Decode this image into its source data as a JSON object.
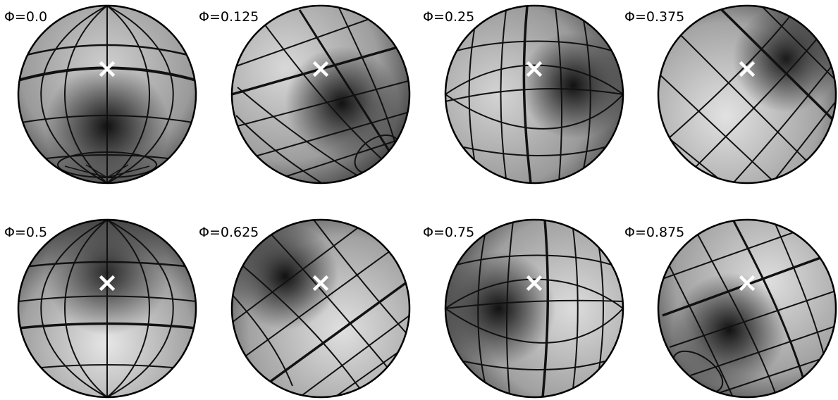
{
  "figure": {
    "panels": [
      {
        "label": "Φ=0.0",
        "phase": 0.0,
        "marker": "×"
      },
      {
        "label": "Φ=0.125",
        "phase": 0.125,
        "marker": "×"
      },
      {
        "label": "Φ=0.25",
        "phase": 0.25,
        "marker": "×"
      },
      {
        "label": "Φ=0.375",
        "phase": 0.375,
        "marker": "×"
      },
      {
        "label": "Φ=0.5",
        "phase": 0.5,
        "marker": "×"
      },
      {
        "label": "Φ=0.625",
        "phase": 0.625,
        "marker": "×"
      },
      {
        "label": "Φ=0.75",
        "phase": 0.75,
        "marker": "×"
      },
      {
        "label": "Φ=0.875",
        "phase": 0.875,
        "marker": "×"
      }
    ],
    "colors": {
      "shading_light": "#e6e6e6",
      "shading_dark": "#141414",
      "grid": "#111111",
      "marker": "#ffffff",
      "background": "#ffffff"
    }
  }
}
